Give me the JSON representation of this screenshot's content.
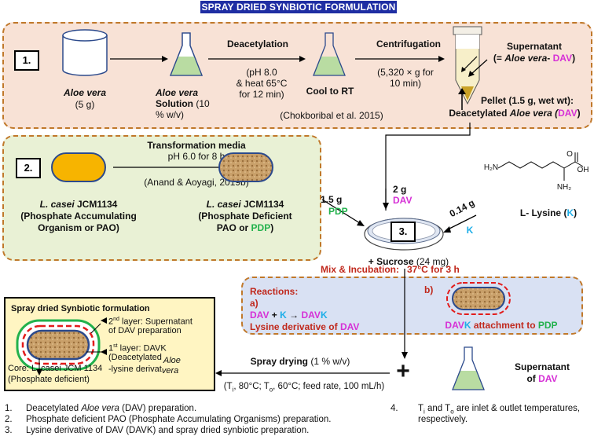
{
  "title": "SPRAY DRIED SYNBIOTIC FORMULATION",
  "step1": {
    "num": "1.",
    "aloe": "Aloe vera",
    "aloe_amt": "(5 g)",
    "sol_a": "Aloe vera",
    "sol_b": "Solution",
    "sol_c": " (10",
    "sol_d": "% w/v)",
    "deacet": "Deacetylation",
    "deacet_c1": "(pH 8.0",
    "deacet_c2": "& heat 65°C",
    "deacet_c3": "for 12 min)",
    "cool": "Cool to RT",
    "ref": "(Chokboribal et al. 2015)",
    "centri": "Centrifugation",
    "centri_c1": "(5,320 × g for",
    "centri_c2": "10 min)",
    "sup1": "Supernatant",
    "sup2a": "(= Aloe vera- ",
    "sup2b": "DAV",
    "sup2c": ")",
    "pel1": "Pellet (1.5 g, wet wt):",
    "pel2a": "Deacetylated ",
    "pel2b": "Aloe vera",
    "pel2c": " (",
    "pel2d": "DAV",
    "pel2e": ")"
  },
  "step2": {
    "num": "2.",
    "media": "Transformation media",
    "media_c": "pH 6.0 for 8 h",
    "ref": "(Anand & Aoyagi, 2019b)",
    "left1a": "L. casei",
    "left1b": " JCM1134",
    "left2": "(Phosphate Accumulating",
    "left3": "Organism or PAO)",
    "right1a": "L. casei",
    "right1b": " JCM1134",
    "right2": "(Phosphate Deficient",
    "right3a": "PAO or ",
    "right3b": "PDP",
    "right3c": ")"
  },
  "step3": {
    "num": "3.",
    "in_pdp_amt": "1.5 g",
    "in_pdp": "PDP",
    "in_dav_amt": "2 g",
    "in_dav": "DAV",
    "in_k_amt": "0.14 g",
    "in_k": "K",
    "lysine_a": "L- Lysine (",
    "lysine_b": "K",
    "lysine_c": ")",
    "sucrose_a": "+ Sucrose",
    "sucrose_b": " (24 mg)",
    "mix": "Mix & Incubation:",
    "incub": "37°C for 3 h",
    "mol_h2n": "H₂N",
    "mol_nh2": "NH₂",
    "mol_oh": "OH",
    "mol_o": "O"
  },
  "reactions": {
    "title": "Reactions:",
    "a": "a)",
    "eq_dav": "DAV",
    "eq_plus": " + ",
    "eq_k": "K",
    "eq_arrow": " → ",
    "eq_davk1": "DAV",
    "eq_davk2": "K",
    "lysdav_a": "Lysine derivative of ",
    "lysdav_b": "DAV",
    "b": "b)",
    "attach_a": "DAV",
    "attach_b": "K",
    "attach_c": " attachment to ",
    "attach_d": "PDP"
  },
  "final": {
    "box_title": "Spray dried Synbiotic formulation",
    "layer2_a": "2",
    "layer2_sup": "nd",
    "layer2_b": " layer: Supernatant",
    "layer2_c": "of DAV preparation",
    "layer1_a": "1",
    "layer1_sup": "st",
    "layer1_b": " layer: DAVK",
    "layer1_c": "(Deacetylated",
    "layer1_d": "Aloe",
    "layer1_e": "-lysine derivat",
    "layer1_f": "vera",
    "core1": "Core: L. casei JCM 1134",
    "core2": "(Phosphate deficient)",
    "spray": "Spray drying",
    "spray_b": " (1 % w/v)",
    "cond_a": "(T",
    "cond_i": "i",
    "cond_b": ", 80°C; T",
    "cond_o": "o",
    "cond_c": ", 60°C; feed rate, 100 mL/h)",
    "plus": "+",
    "sup": "Supernatant",
    "sup_of": "of ",
    "sup_dav": "DAV"
  },
  "footnotes": {
    "n1": "1.",
    "f1a": "Deacetylated ",
    "f1b": "Aloe vera",
    "f1c": " (DAV) preparation.",
    "n2": "2.",
    "f2": "Phosphate deficient PAO (Phosphate Accumulating Organisms) preparation.",
    "n3": "3.",
    "f3": "Lysine derivative of DAV (DAVK) and spray dried synbiotic preparation.",
    "n4": "4.",
    "f4a": "T",
    "f4i": "i",
    "f4b": " and T",
    "f4o": "o",
    "f4c": " are inlet & outlet temperatures,",
    "f4d": "respectively."
  },
  "colors": {
    "magenta": "#d630d6",
    "green": "#22b14c",
    "cyan": "#1eaee8",
    "red": "#c0281c",
    "title_bg": "#1f2ea3"
  }
}
